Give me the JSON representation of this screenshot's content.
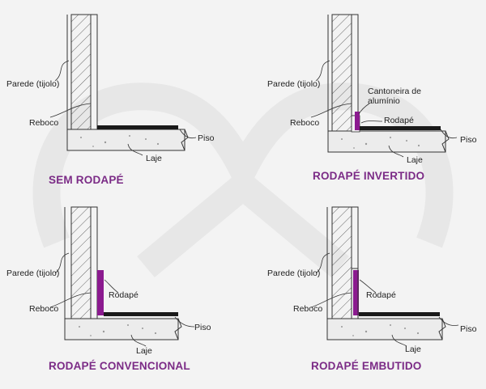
{
  "colors": {
    "background": "#f3f3f3",
    "watermark": "#e6e6e6",
    "title": "#7b2b86",
    "baseboard": "#8b1a8f",
    "floor": "#1a1a1a",
    "line": "#333333"
  },
  "panels": [
    {
      "variant": "none",
      "title": "SEM RODAPÉ",
      "labels": {
        "wall": "Parede (tijolo)",
        "plaster": "Reboco",
        "slab": "Laje",
        "floor": "Piso"
      }
    },
    {
      "variant": "inverted",
      "title": "RODAPÉ INVERTIDO",
      "labels": {
        "wall": "Parede (tijolo)",
        "plaster": "Reboco",
        "slab": "Laje",
        "floor": "Piso",
        "corner_line1": "Cantoneira de",
        "corner_line2": "alumínio",
        "baseboard": "Rodapé"
      }
    },
    {
      "variant": "conventional",
      "title": "RODAPÉ CONVENCIONAL",
      "labels": {
        "wall": "Parede (tijolo)",
        "plaster": "Reboco",
        "slab": "Laje",
        "floor": "Piso",
        "baseboard": "Rodapé"
      }
    },
    {
      "variant": "embedded",
      "title": "RODAPÉ EMBUTIDO",
      "labels": {
        "wall": "Parede (tijolo)",
        "plaster": "Reboco",
        "slab": "Laje",
        "floor": "Piso",
        "baseboard": "Rodapé"
      }
    }
  ]
}
